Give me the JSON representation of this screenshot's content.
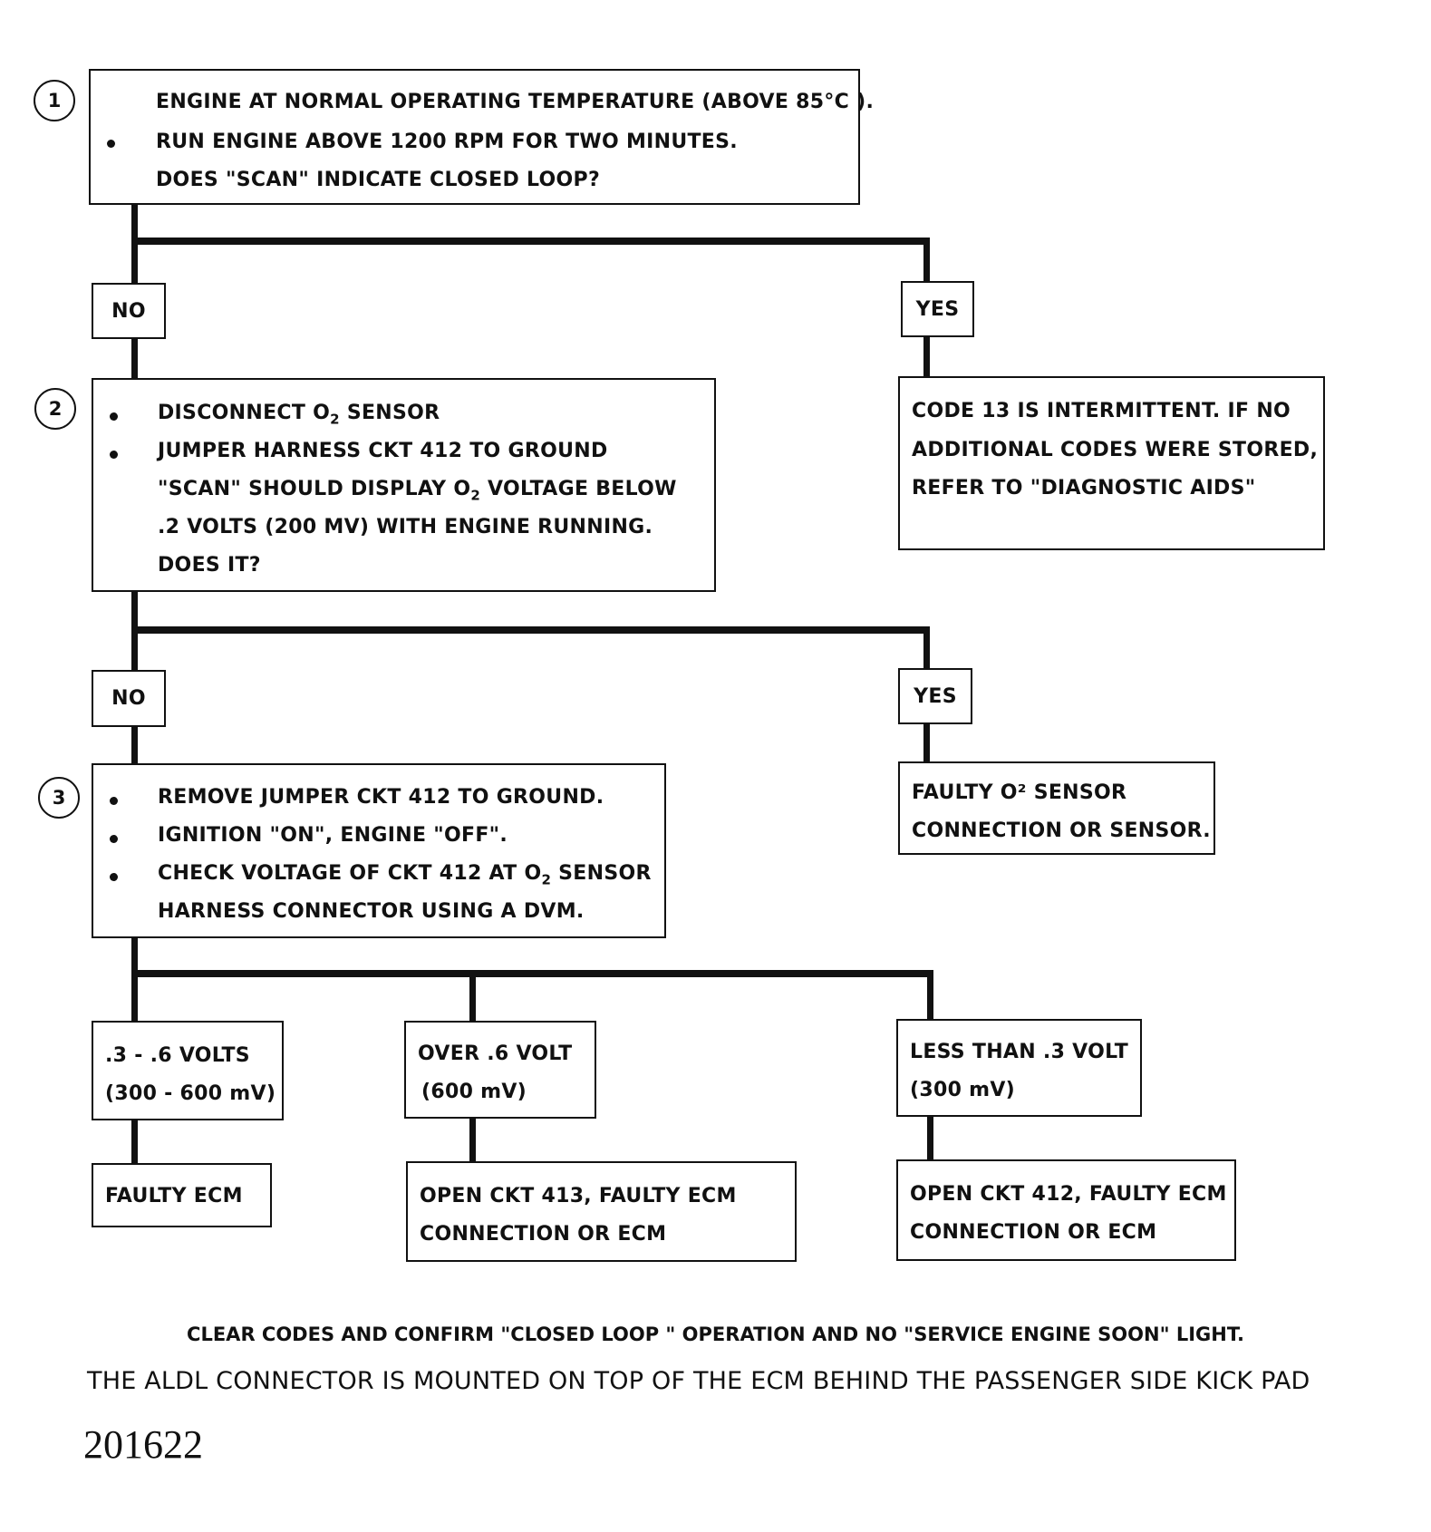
{
  "step1": {
    "number": "1",
    "lines": [
      "ENGINE AT NORMAL OPERATING TEMPERATURE (ABOVE 85°C ).",
      "RUN ENGINE ABOVE 1200 RPM FOR TWO MINUTES.",
      "DOES \"SCAN\" INDICATE CLOSED LOOP?"
    ]
  },
  "step1_no": "NO",
  "step1_yes": "YES",
  "step1_yes_result": [
    "CODE 13 IS INTERMITTENT.  IF NO",
    "ADDITIONAL CODES WERE STORED,",
    "REFER TO  \"DIAGNOSTIC AIDS\""
  ],
  "step2": {
    "number": "2",
    "line1_pre": "DISCONNECT O",
    "line1_sub": "2",
    "line1_post": " SENSOR",
    "line2": "JUMPER HARNESS CKT 412 TO GROUND",
    "line3_pre": "\"SCAN\"  SHOULD DISPLAY O",
    "line3_sub": "2",
    "line3_post": " VOLTAGE BELOW",
    "line4": ".2  VOLTS  (200 MV) WITH ENGINE RUNNING.",
    "line5": "DOES IT?"
  },
  "step2_no": "NO",
  "step2_yes": "YES",
  "step2_yes_result": [
    "FAULTY O² SENSOR",
    "CONNECTION OR SENSOR."
  ],
  "step3": {
    "number": "3",
    "line1": "REMOVE JUMPER CKT 412 TO GROUND.",
    "line2": "IGNITION \"ON\",  ENGINE  \"OFF\".",
    "line3_pre": "CHECK VOLTAGE OF CKT 412 AT O",
    "line3_sub": "2",
    "line3_post": " SENSOR",
    "line4": "HARNESS CONNECTOR USING A DVM."
  },
  "branch_a": {
    "label": [
      ".3 - .6 VOLTS",
      "(300 - 600 mV)"
    ],
    "result": "FAULTY ECM"
  },
  "branch_b": {
    "label": [
      "OVER  .6  VOLT",
      "(600 mV)"
    ],
    "result": [
      "OPEN CKT 413, FAULTY ECM",
      "CONNECTION OR ECM"
    ]
  },
  "branch_c": {
    "label": [
      "LESS THAN .3 VOLT",
      "(300 mV)"
    ],
    "result": [
      "OPEN CKT 412, FAULTY ECM",
      "CONNECTION OR ECM"
    ]
  },
  "clear_note": "CLEAR CODES AND CONFIRM \"CLOSED LOOP \" OPERATION AND NO \"SERVICE ENGINE SOON\" LIGHT.",
  "aldl_note": "THE ALDL CONNECTOR IS MOUNTED ON TOP OF THE ECM BEHIND THE PASSENGER SIDE KICK PAD",
  "doc_number": "201622"
}
